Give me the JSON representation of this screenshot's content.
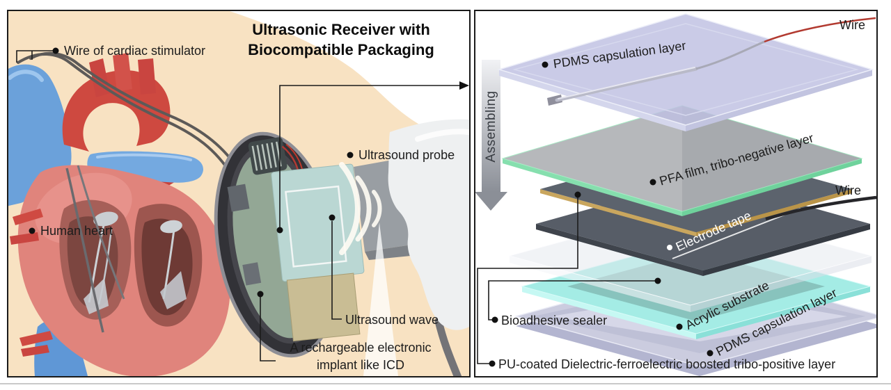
{
  "figure": {
    "left_panel": {
      "title_line1": "Ultrasonic Receiver with",
      "title_line2": "Biocompatible Packaging",
      "labels": {
        "wire_stimulator": "Wire of cardiac stimulator",
        "human_heart": "Human heart",
        "ultrasound_probe": "Ultrasound probe",
        "ultrasound_wave": "Ultrasound wave",
        "implant_line1": "A rechargeable electronic",
        "implant_line2": "implant like ICD"
      }
    },
    "right_panel": {
      "assembling": "Assembling",
      "wire_top": "Wire",
      "wire_mid": "Wire",
      "layers": {
        "pdms_top": "PDMS capsulation layer",
        "pfa": "PFA film, tribo-negative layer",
        "electrode": "Electrode tape",
        "acrylic": "Acrylic substrate",
        "pdms_bottom": "PDMS capsulation layer",
        "bioadhesive": "Bioadhesive sealer",
        "pu": "PU-coated Dielectric-ferroelectric boosted tribo-positive layer"
      }
    },
    "colors": {
      "skin": "#f8e2c2",
      "pdms_lavender": "#c5c7e2",
      "pfa_gray": "#b6b8bb",
      "green_edge": "#86dfae",
      "gold_edge": "#c9a65e",
      "electrode_slate": "#575d67",
      "acrylic_cyan": "#a4ece5",
      "heart_red": "#ce4940",
      "heart_pink": "#e0847c",
      "vessel_blue": "#6ba1da",
      "implant_board_green": "#93a795",
      "chip_teal": "#bad7d3",
      "chip_tan": "#c9bd94",
      "wire_red": "#b23a30",
      "wire_black": "#26262a"
    }
  }
}
